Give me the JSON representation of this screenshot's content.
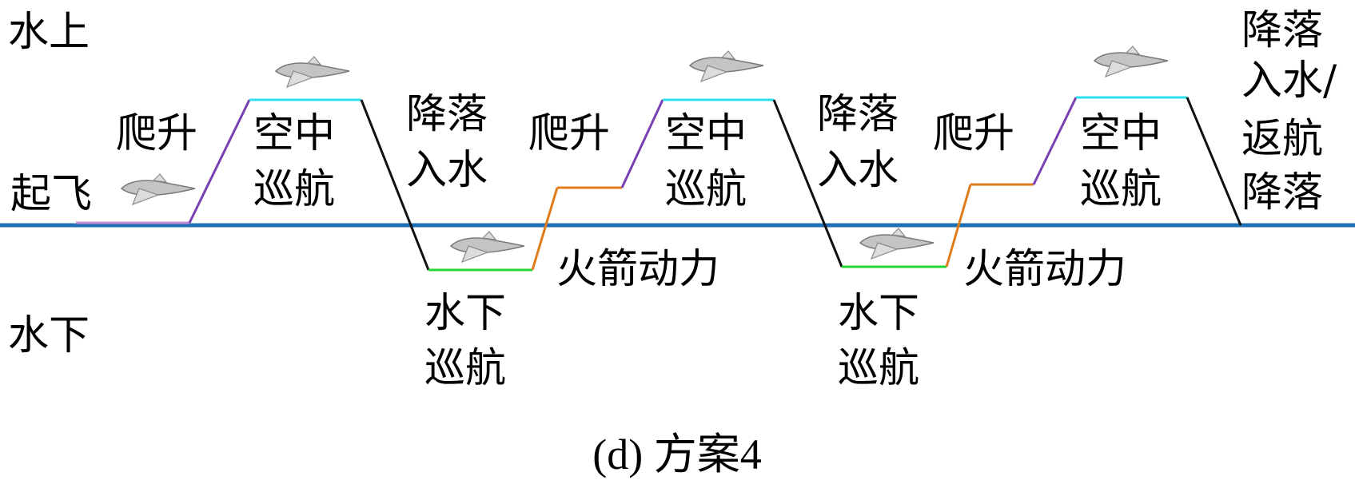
{
  "zones": {
    "above": "水上",
    "below": "水下"
  },
  "labels": {
    "takeoff": "起飞",
    "climb": "爬升",
    "air_cruise_1": "空中",
    "air_cruise_2": "巡航",
    "landing_1": "降落",
    "landing_2": "入水",
    "underwater_1": "水下",
    "underwater_2": "巡航",
    "rocket_power": "火箭动力",
    "final_1": "降落",
    "final_2": "入水/",
    "final_3": "返航",
    "final_4": "降落"
  },
  "caption": "(d) 方案4",
  "colors": {
    "water_line": "#1f6fb5",
    "climb": "#7a3fb0",
    "air_cruise": "#2ee0ee",
    "descent": "#111111",
    "underwater_cruise": "#22d62e",
    "rocket": "#e07b1a",
    "takeoff_run": "#c78bd6",
    "plane": "#c4c4c4"
  },
  "icons": [
    "plane-icon"
  ]
}
